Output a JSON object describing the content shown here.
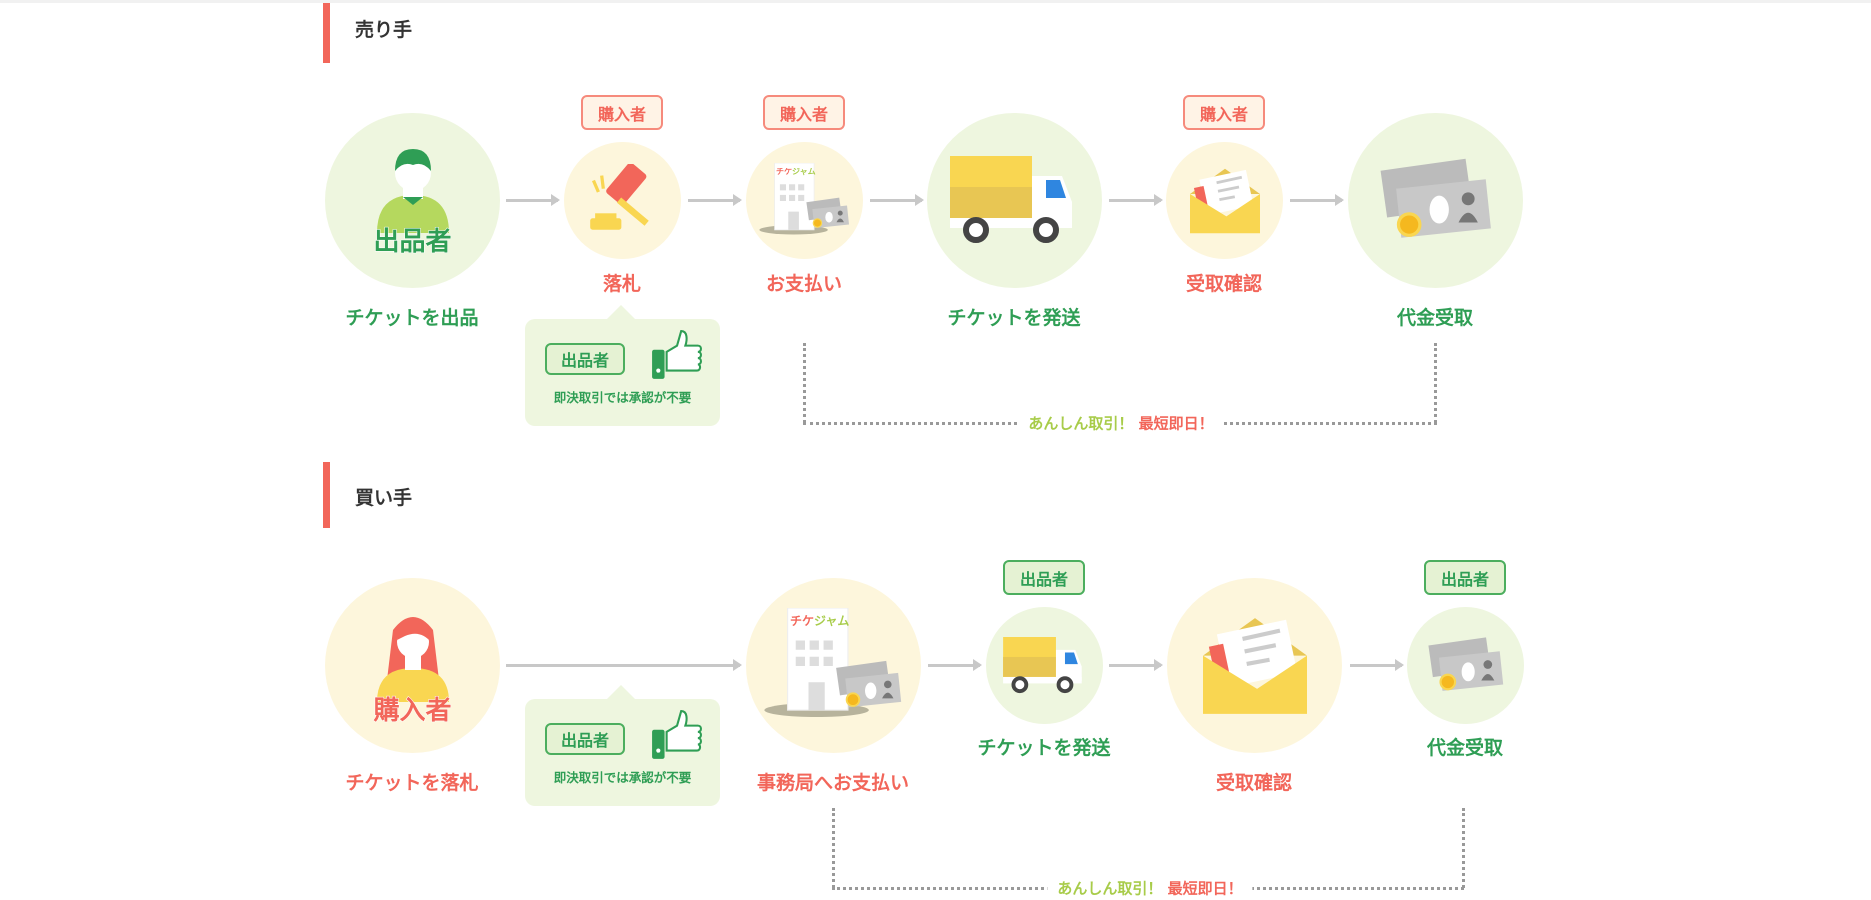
{
  "seller_section": {
    "title": "売り手",
    "avatar_label": "出品者",
    "steps": [
      {
        "label": "チケットを出品"
      },
      {
        "label": "落札",
        "badge": "購入者"
      },
      {
        "label": "お支払い",
        "badge": "購入者"
      },
      {
        "label": "チケットを発送"
      },
      {
        "label": "受取確認",
        "badge": "購入者"
      },
      {
        "label": "代金受取"
      }
    ],
    "tooltip": {
      "badge": "出品者",
      "note": "即決取引では承認が不要"
    },
    "safe_text": {
      "part1": "あんしん取引！",
      "part2": "最短即日！"
    }
  },
  "buyer_section": {
    "title": "買い手",
    "avatar_label": "購入者",
    "steps": [
      {
        "label": "チケットを落札"
      },
      {
        "label": "事務局へお支払い"
      },
      {
        "label": "チケットを発送",
        "badge": "出品者"
      },
      {
        "label": "受取確認"
      },
      {
        "label": "代金受取",
        "badge": "出品者"
      }
    ],
    "tooltip": {
      "badge": "出品者",
      "note": "即決取引では承認が不要"
    },
    "safe_text": {
      "part1": "あんしん取引！",
      "part2": "最短即日！"
    }
  },
  "building_sign": "チケジャム",
  "colors": {
    "accent": "#f2665a",
    "green": "#2f9e55",
    "light_green": "#eef6df",
    "light_yellow": "#fdf6dc"
  }
}
